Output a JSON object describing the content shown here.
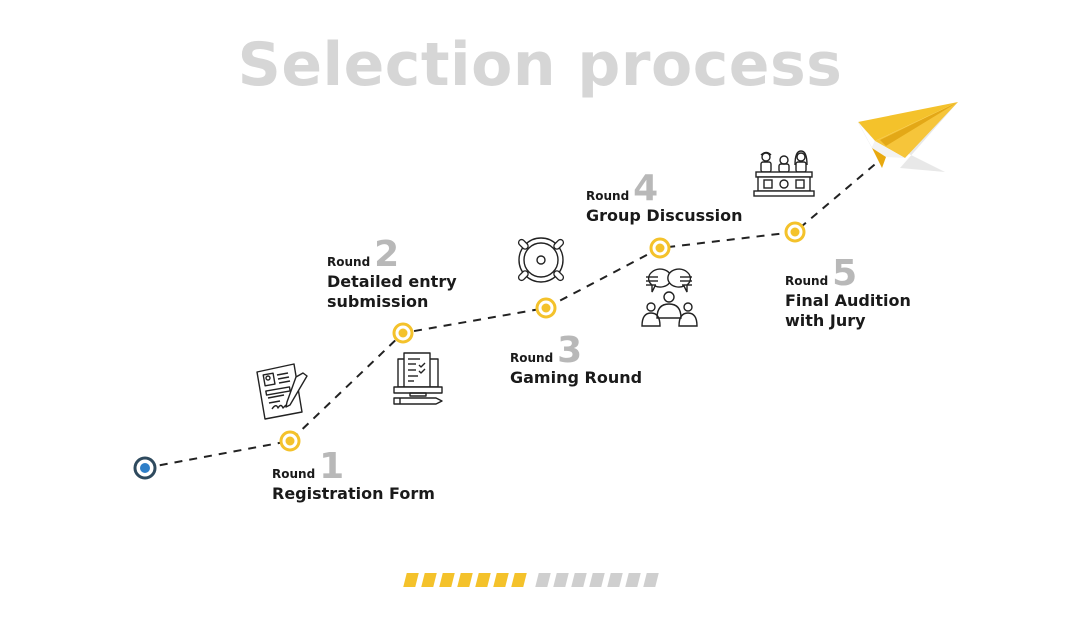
{
  "title": "Selection process",
  "rounds": [
    {
      "round_word": "Round",
      "number": "1",
      "name_lines": [
        "Registration Form"
      ],
      "icon": "registration-form-icon"
    },
    {
      "round_word": "Round",
      "number": "2",
      "name_lines": [
        "Detailed entry",
        "submission"
      ],
      "icon": "checklist-computer-icon"
    },
    {
      "round_word": "Round",
      "number": "3",
      "name_lines": [
        "Gaming Round"
      ],
      "icon": "crosshair-target-icon"
    },
    {
      "round_word": "Round",
      "number": "4",
      "name_lines": [
        "Group Discussion"
      ],
      "icon": "group-discussion-icon"
    },
    {
      "round_word": "Round",
      "number": "5",
      "name_lines": [
        "Final Audition",
        "with Jury"
      ],
      "icon": "jury-panel-icon"
    }
  ],
  "start_marker": {
    "icon": "start-point-icon",
    "color": "#2f7fc8",
    "ring": "#2e4a5e"
  },
  "end_marker": {
    "icon": "paper-plane-icon"
  },
  "colors": {
    "accent": "#f4c22b",
    "accent_dark": "#e8a90f",
    "muted": "#cfcfcf",
    "line": "#222222"
  },
  "progress": {
    "total_segments": 14,
    "completed_segments": 7,
    "fraction": 0.5
  }
}
